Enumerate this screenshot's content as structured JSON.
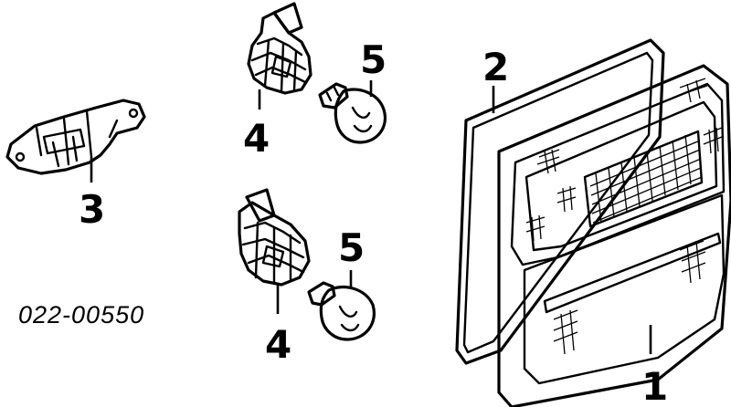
{
  "diagram": {
    "part_number": "022-00550",
    "callouts": {
      "lamp_assembly": "1",
      "gasket": "2",
      "bracket": "3",
      "socket_upper": "4",
      "socket_lower": "4",
      "bulb_upper": "5",
      "bulb_lower": "5"
    }
  }
}
